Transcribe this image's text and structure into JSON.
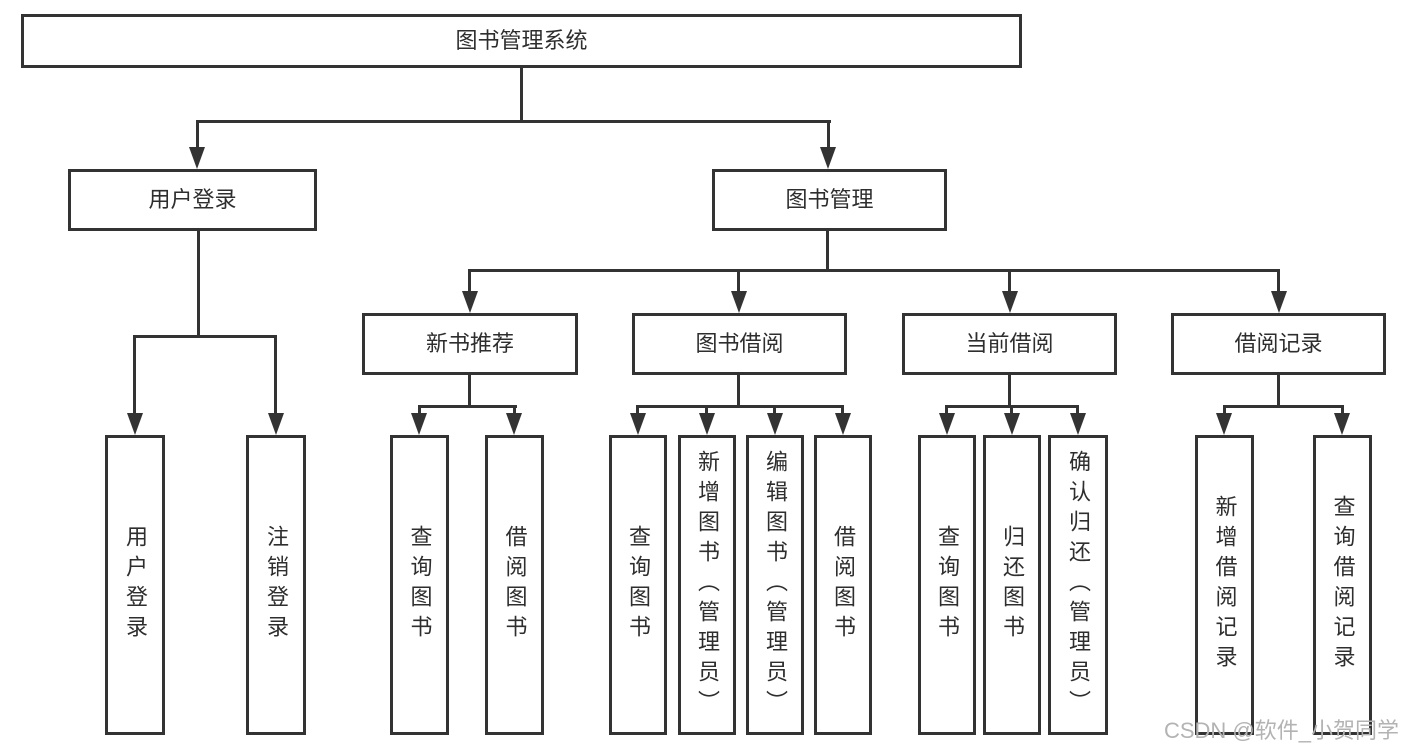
{
  "title": "图书管理系统",
  "watermark": "CSDN @软件_小贺同学",
  "colors": {
    "line": "#333333",
    "box_background": "#ffffff",
    "text": "#2e2e2e",
    "watermark": "#b3b3b3"
  },
  "level2": {
    "user_login": "用户登录",
    "book_management": "图书管理"
  },
  "level3": {
    "new_book_recommendation": "新书推荐",
    "book_borrowing": "图书借阅",
    "current_borrowing": "当前借阅",
    "borrowing_records": "借阅记录"
  },
  "leaves": {
    "user_login": [
      "用户登录",
      "注销登录"
    ],
    "new_book_recommendation": [
      "查询图书",
      "借阅图书"
    ],
    "book_borrowing": [
      "查询图书",
      "新增图书（管理员）",
      "编辑图书（管理员）",
      "借阅图书"
    ],
    "current_borrowing": [
      "查询图书",
      "归还图书",
      "确认归还（管理员）"
    ],
    "borrowing_records": [
      "新增借阅记录",
      "查询借阅记录"
    ]
  }
}
